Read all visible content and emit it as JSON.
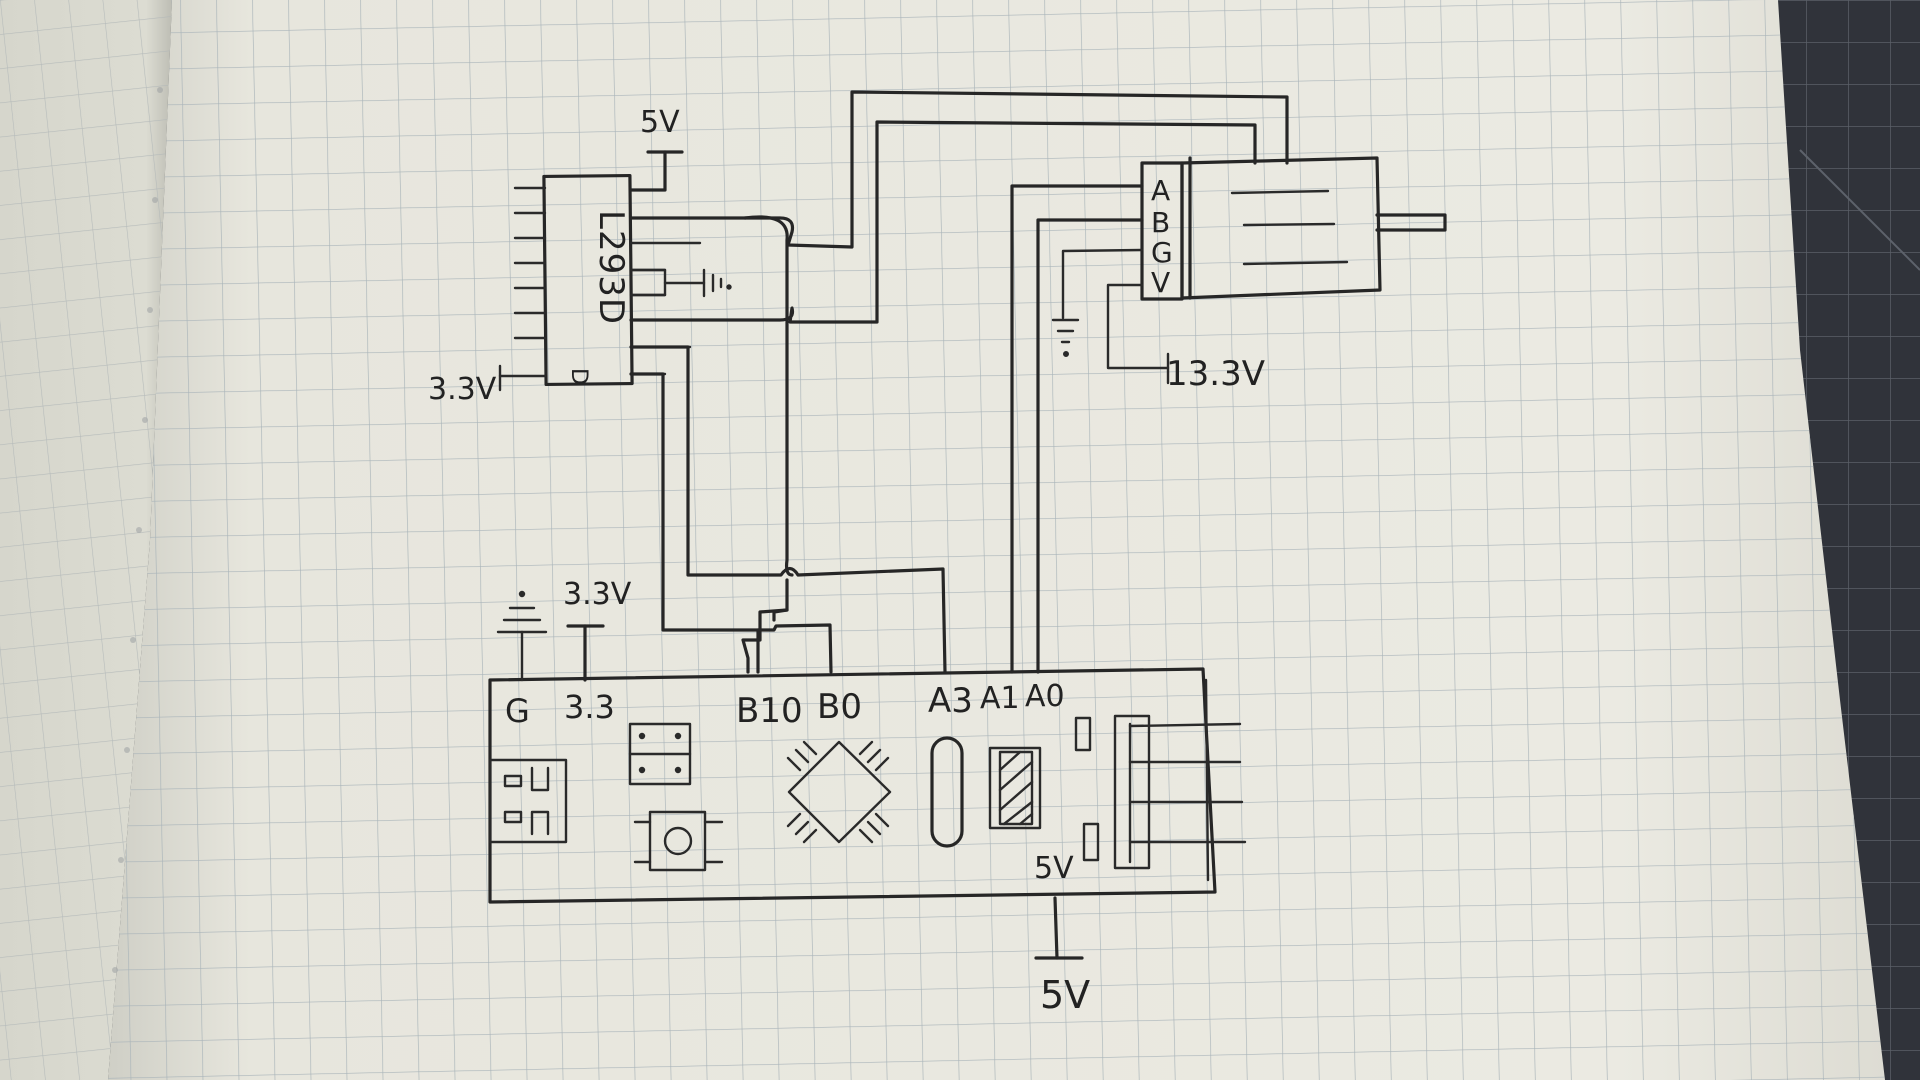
{
  "chip": {
    "label": "L293D",
    "pin1_mark": "D"
  },
  "power": {
    "chip_top": "5V",
    "chip_left": "3.3V",
    "motor_supply": "13.3V",
    "board_3v3_top": "3.3V",
    "board_5v_pin": "5V",
    "board_5v_supply": "5V"
  },
  "motor": {
    "pins": [
      "A",
      "B",
      "G",
      "V"
    ]
  },
  "board": {
    "pins": {
      "gnd": "G",
      "v33": "3.3",
      "b10": "B10",
      "b0": "B0",
      "a3": "A3",
      "a1": "A1",
      "a0": "A0"
    }
  },
  "colors": {
    "ink": "#262626",
    "paper": "#e7e6de",
    "grid": "#a9b4b9",
    "desk": "#2f3136"
  }
}
